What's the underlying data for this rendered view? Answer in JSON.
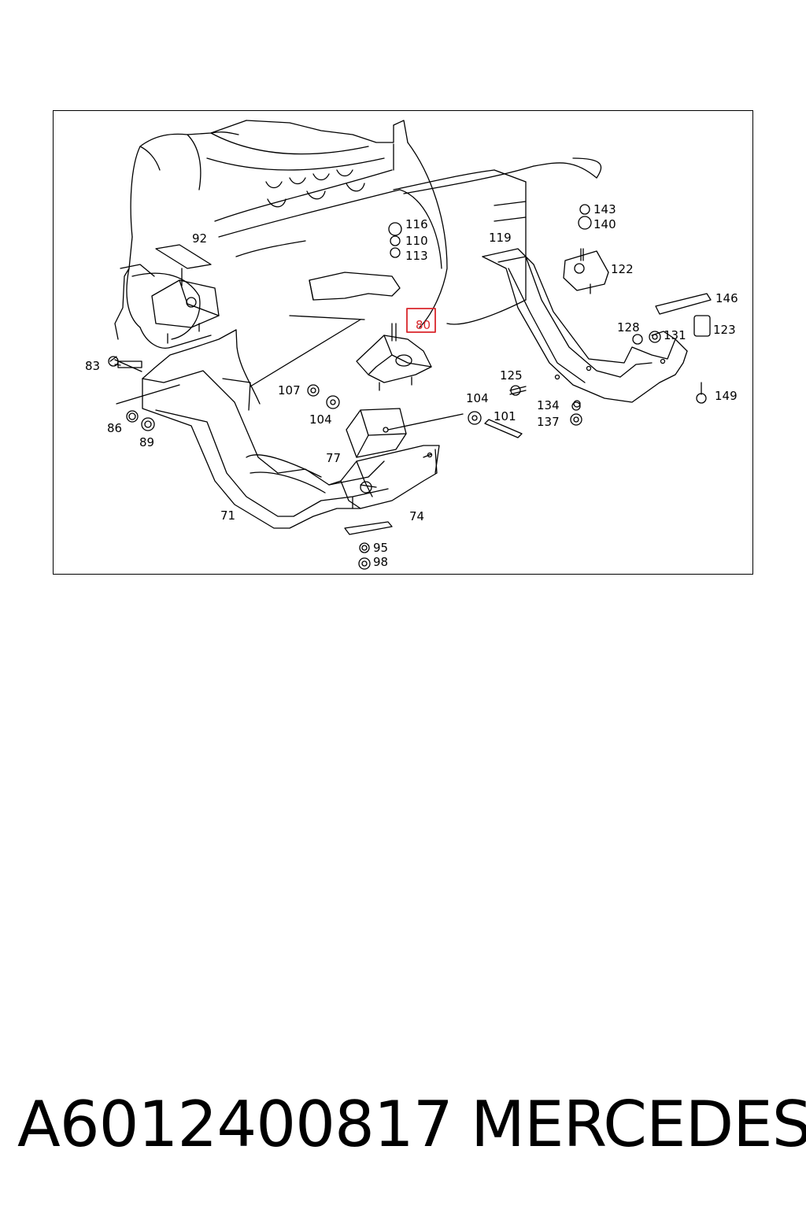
{
  "diagram": {
    "highlight_color": "#d9262b",
    "line_color": "#000000",
    "highlighted_label": "80",
    "callouts": {
      "c71": "71",
      "c74": "74",
      "c77": "77",
      "c80": "80",
      "c83": "83",
      "c86": "86",
      "c89": "89",
      "c92": "92",
      "c95": "95",
      "c98": "98",
      "c101": "101",
      "c104a": "104",
      "c104b": "104",
      "c107": "107",
      "c110": "110",
      "c113": "113",
      "c116": "116",
      "c119": "119",
      "c122": "122",
      "c123": "123",
      "c125": "125",
      "c128": "128",
      "c131": "131",
      "c134": "134",
      "c137": "137",
      "c140": "140",
      "c143": "143",
      "c146": "146",
      "c149": "149"
    }
  },
  "footer": {
    "part_number": "A6012400817",
    "brand": "MERCEDES"
  }
}
